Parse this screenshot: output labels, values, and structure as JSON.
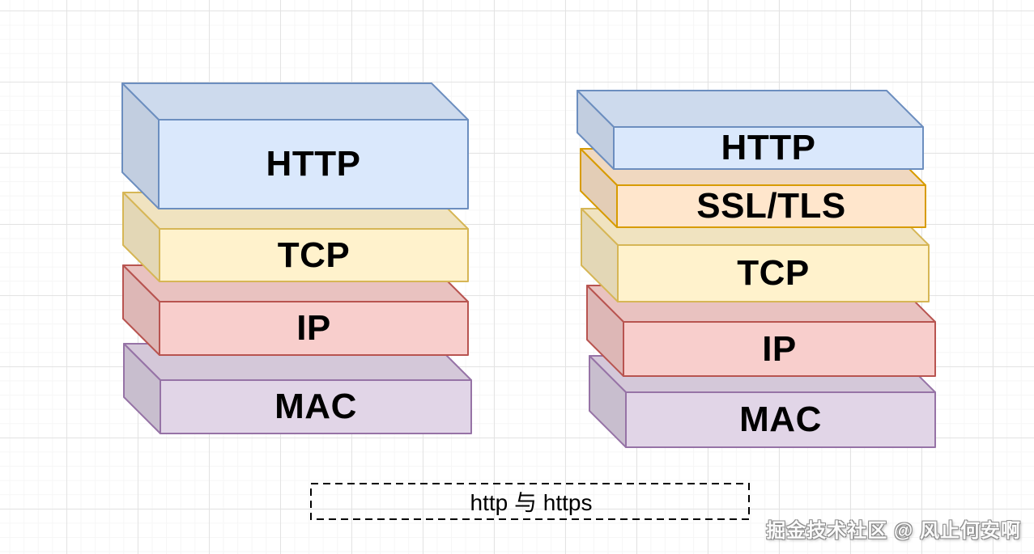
{
  "canvas": {
    "background": "#ffffff",
    "grid_major_color": "#e3e3e3",
    "grid_minor_color": "#f6f6f6"
  },
  "stacks": [
    {
      "name": "http-stack",
      "layers": [
        {
          "label": "HTTP",
          "fill": "#dae8fc",
          "stroke": "#6c8ebf"
        },
        {
          "label": "TCP",
          "fill": "#fff2cc",
          "stroke": "#d6b656"
        },
        {
          "label": "IP",
          "fill": "#f8cecc",
          "stroke": "#b85450"
        },
        {
          "label": "MAC",
          "fill": "#e1d5e7",
          "stroke": "#9673a6"
        }
      ]
    },
    {
      "name": "https-stack",
      "layers": [
        {
          "label": "HTTP",
          "fill": "#dae8fc",
          "stroke": "#6c8ebf"
        },
        {
          "label": "SSL/TLS",
          "fill": "#ffe6cc",
          "stroke": "#d79b00"
        },
        {
          "label": "TCP",
          "fill": "#fff2cc",
          "stroke": "#d6b656"
        },
        {
          "label": "IP",
          "fill": "#f8cecc",
          "stroke": "#b85450"
        },
        {
          "label": "MAC",
          "fill": "#e1d5e7",
          "stroke": "#9673a6"
        }
      ]
    }
  ],
  "caption": {
    "text": "http 与 https",
    "border_color": "#000000"
  },
  "watermark": {
    "text": "掘金技术社区 @ 风止何安啊"
  },
  "label_text_color": "#000000"
}
